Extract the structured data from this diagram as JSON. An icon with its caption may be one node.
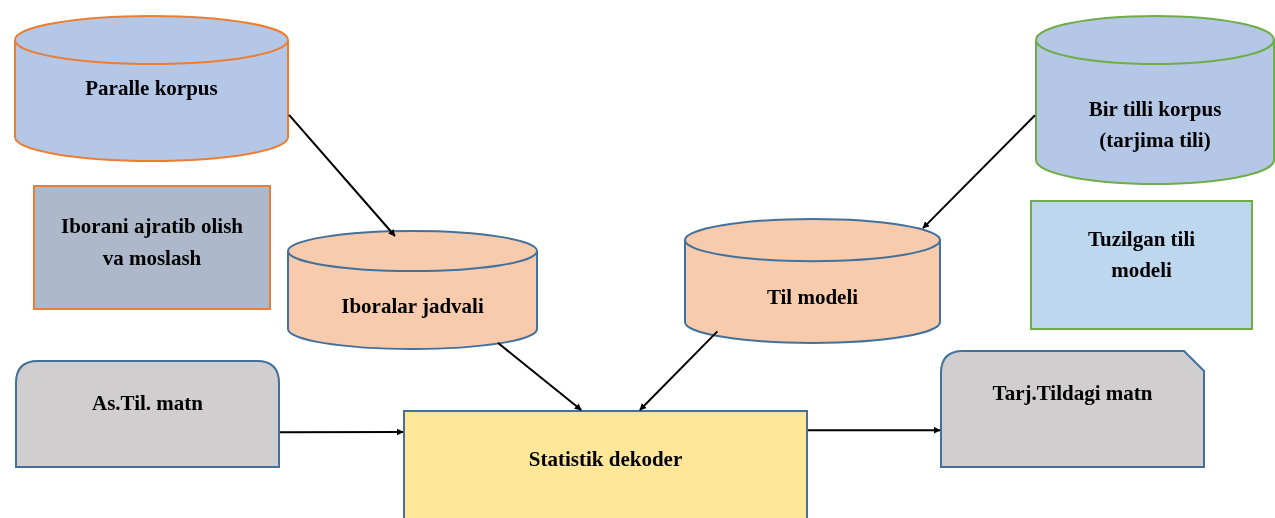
{
  "diagram": {
    "nodes": [
      {
        "text": [
          "Paralle korpus"
        ]
      },
      {
        "text": [
          "Bir tilli korpus (tarjima tili)"
        ]
      },
      {
        "text": [
          "Iborani ajratib olish va moslash"
        ]
      },
      {
        "text": [
          "Iboralar jadvali"
        ]
      },
      {
        "text": [
          "Til modeli"
        ]
      },
      {
        "text": [
          "Tuzilgan tili modeli"
        ]
      },
      {
        "text": [
          "As.Til. matn"
        ]
      },
      {
        "text": [
          "Statistik dekoder"
        ]
      },
      {
        "text": [
          "Tarj.Tildagi matn"
        ]
      }
    ],
    "edges": [
      {
        "from": 0,
        "to": 3,
        "arrow": "to"
      },
      {
        "from": 1,
        "to": 4,
        "arrow": "to"
      },
      {
        "from": 3,
        "to": 7,
        "arrow": "to"
      },
      {
        "from": 4,
        "to": 7,
        "arrow": "to"
      },
      {
        "from": 6,
        "to": 7,
        "arrow": "to"
      },
      {
        "from": 7,
        "to": 8,
        "arrow": "to"
      }
    ]
  }
}
